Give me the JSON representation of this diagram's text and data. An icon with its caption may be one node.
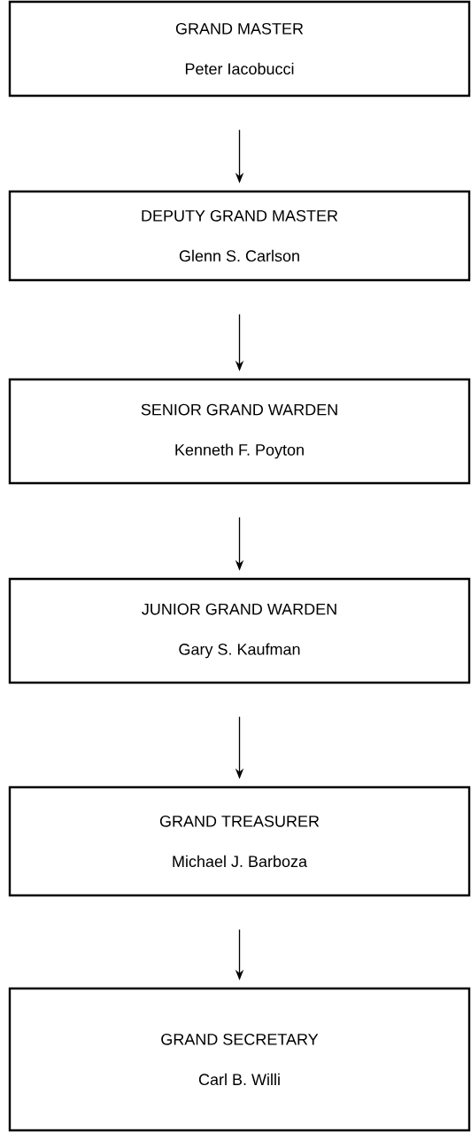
{
  "diagram": {
    "nodes": [
      {
        "text": [
          "GRAND MASTER",
          "Peter Iacobucci"
        ]
      },
      {
        "text": [
          "DEPUTY GRAND MASTER",
          "Glenn S. Carlson"
        ]
      },
      {
        "text": [
          "SENIOR GRAND WARDEN",
          "Kenneth F. Poyton"
        ]
      },
      {
        "text": [
          "JUNIOR GRAND WARDEN",
          "Gary S. Kaufman"
        ]
      },
      {
        "text": [
          "GRAND TREASURER",
          "Michael J. Barboza"
        ]
      },
      {
        "text": [
          "GRAND SECRETARY",
          "Carl B. Willi"
        ]
      }
    ],
    "edges": [
      {
        "from": 0,
        "to": 1,
        "arrow": "to"
      },
      {
        "from": 1,
        "to": 2,
        "arrow": "to"
      },
      {
        "from": 2,
        "to": 3,
        "arrow": "to"
      },
      {
        "from": 3,
        "to": 4,
        "arrow": "to"
      },
      {
        "from": 4,
        "to": 5,
        "arrow": "to"
      }
    ]
  }
}
